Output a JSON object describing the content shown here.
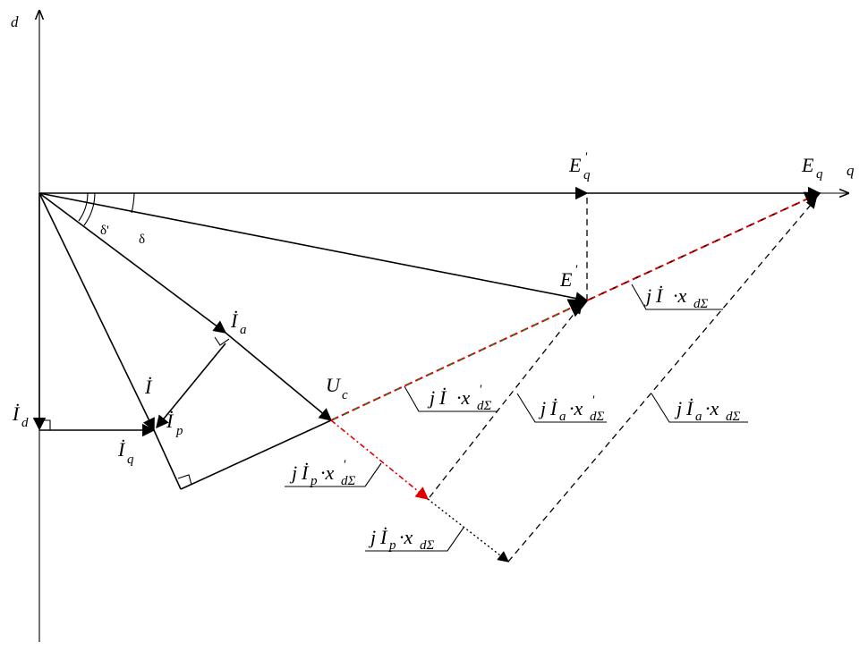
{
  "axes": {
    "d_label": "d",
    "q_label": "q"
  },
  "angles": {
    "delta_prime": "δ'",
    "delta": "δ"
  },
  "vector_labels": {
    "Eq_prime_base": "E",
    "Eq_prime_sub": "q",
    "Eq_prime_sup": "'",
    "Eq_base": "E",
    "Eq_sub": "q",
    "E_prime_base": "E",
    "E_prime_sup": "'",
    "Uc_base": "U",
    "Uc_sub": "c",
    "Ia_base": "İ",
    "Ia_sub": "a",
    "I": "İ",
    "Ip_base": "İ",
    "Ip_sub": "p",
    "Id_base": "İ",
    "Id_sub": "d",
    "Iq_base": "İ",
    "Iq_sub": "q"
  },
  "callouts": {
    "jI_xdSigma": {
      "j": "j",
      "I": "İ",
      "dot": "·x",
      "sub": "dΣ",
      "sup": ""
    },
    "jI_xdSigma_prime": {
      "j": "j",
      "I": "İ",
      "dot": "·x",
      "sub": "dΣ",
      "sup": "'"
    },
    "jIa_xdSigma_prime": {
      "j": "j",
      "I": "İ",
      "isub": "a",
      "dot": "·x",
      "sub": "dΣ",
      "sup": "'"
    },
    "jIa_xdSigma": {
      "j": "j",
      "I": "İ",
      "isub": "a",
      "dot": "·x",
      "sub": "dΣ"
    },
    "jIp_xdSigma_prime": {
      "j": "j",
      "I": "İ",
      "isub": "p",
      "dot": "·x",
      "sub": "dΣ",
      "sup": "'"
    },
    "jIp_xdSigma": {
      "j": "j",
      "I": "İ",
      "isub": "p",
      "dot": "·x",
      "sub": "dΣ"
    }
  },
  "colors": {
    "red": "#e00000",
    "green": "#1a8a2a",
    "black": "#000000"
  }
}
